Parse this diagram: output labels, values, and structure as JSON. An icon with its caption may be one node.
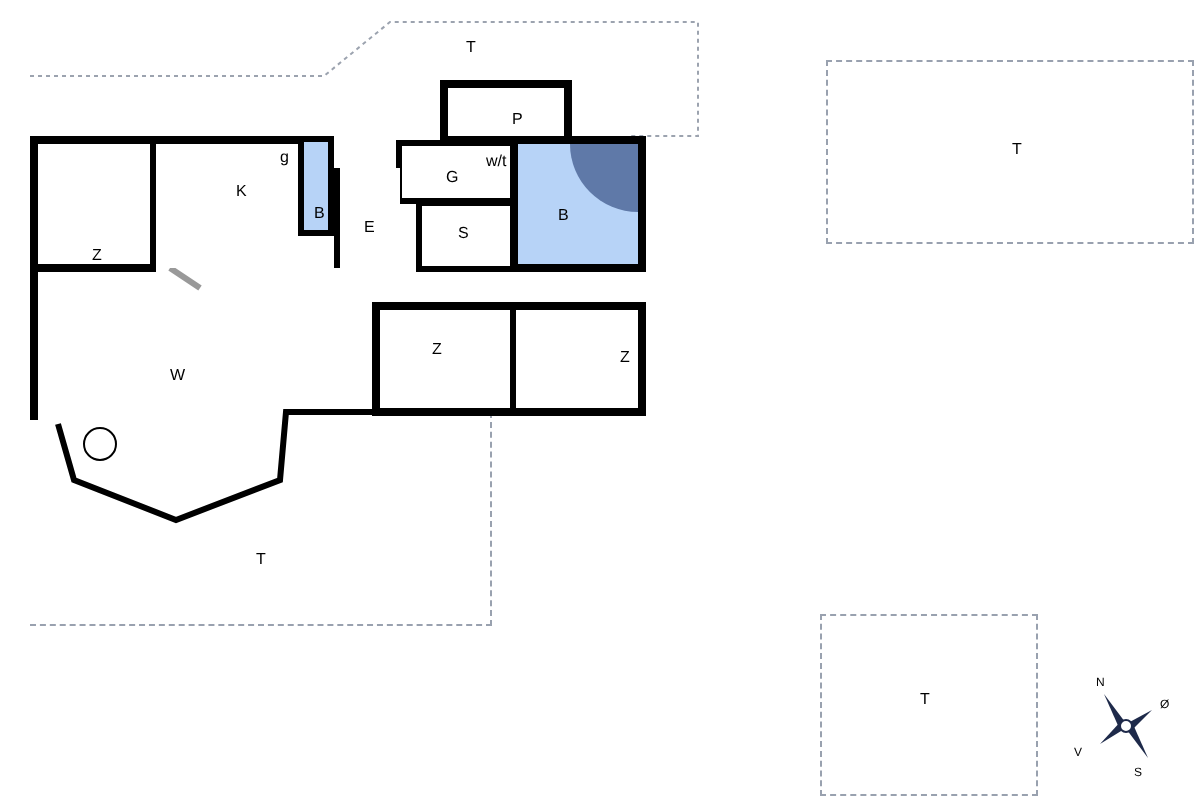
{
  "diagram": {
    "nodes": [
      {
        "text": [
          "T"
        ]
      },
      {
        "text": [
          "P"
        ]
      },
      {
        "text": [
          "T"
        ]
      },
      {
        "text": [
          "K"
        ]
      },
      {
        "text": [
          "B"
        ]
      },
      {
        "text": [
          "G"
        ]
      },
      {
        "text": [
          "w/t"
        ]
      },
      {
        "text": [
          "Z"
        ]
      },
      {
        "text": [
          "E"
        ]
      },
      {
        "text": [
          "S"
        ]
      },
      {
        "text": [
          "B"
        ]
      },
      {
        "text": [
          "W"
        ]
      },
      {
        "text": [
          "Z"
        ]
      },
      {
        "text": [
          "Z"
        ]
      },
      {
        "text": [
          "T"
        ]
      },
      {
        "text": [
          "T"
        ]
      }
    ],
    "labels": [
      "g",
      "N",
      "Ø",
      "V",
      "S"
    ]
  }
}
